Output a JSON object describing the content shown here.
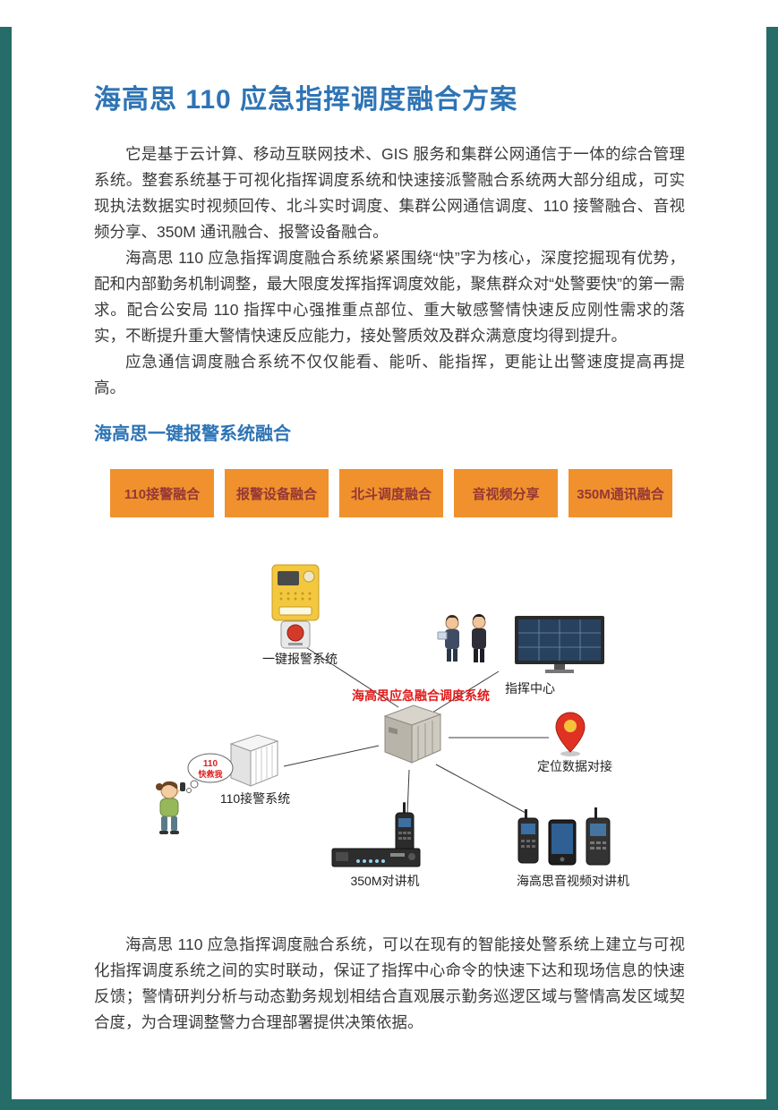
{
  "page": {
    "title": "海高思 110 应急指挥调度融合方案",
    "paragraphs": [
      "它是基于云计算、移动互联网技术、GIS 服务和集群公网通信于一体的综合管理系统。整套系统基于可视化指挥调度系统和快速接派警融合系统两大部分组成，可实现执法数据实时视频回传、北斗实时调度、集群公网通信调度、110 接警融合、音视频分享、350M 通讯融合、报警设备融合。",
      "海高思 110 应急指挥调度融合系统紧紧围绕“快”字为核心，深度挖掘现有优势，配和内部勤务机制调整，最大限度发挥指挥调度效能，聚焦群众对“处警要快”的第一需求。配合公安局 110 指挥中心强推重点部位、重大敏感警情快速反应刚性需求的落实，不断提升重大警情快速反应能力，接处警质效及群众满意度均得到提升。",
      "应急通信调度融合系统不仅仅能看、能听、能指挥，更能让出警速度提高再提高。"
    ],
    "section_heading": "海高思一键报警系统融合",
    "feature_boxes": [
      "110接警融合",
      "报警设备融合",
      "北斗调度融合",
      "音视频分享",
      "350M通讯融合"
    ],
    "diagram": {
      "center_label": "海高思应急融合调度系统",
      "labels": {
        "one_key_alarm": "一键报警系统",
        "command_center": "指挥中心",
        "location_data": "定位数据对接",
        "alarm_110": "110接警系统",
        "radio_350m": "350M对讲机",
        "av_radio": "海高思音视频对讲机",
        "speech_line1": "110",
        "speech_line2": "快救我"
      }
    },
    "closing_paragraph": "海高思 110 应急指挥调度融合系统，可以在现有的智能接处警系统上建立与可视化指挥调度系统之间的实时联动，保证了指挥中心命令的快速下达和现场信息的快速反馈；警情研判分析与动态勤务规划相结合直观展示勤务巡逻区域与警情高发区域契合度，为合理调整警力合理部署提供决策依据。"
  },
  "colors": {
    "accent_blue": "#2e74b5",
    "border_teal": "#266c68",
    "box_orange": "#f0912d",
    "box_text": "#953735",
    "label_red": "#e01b1b",
    "body_text": "#3a3a3a"
  }
}
